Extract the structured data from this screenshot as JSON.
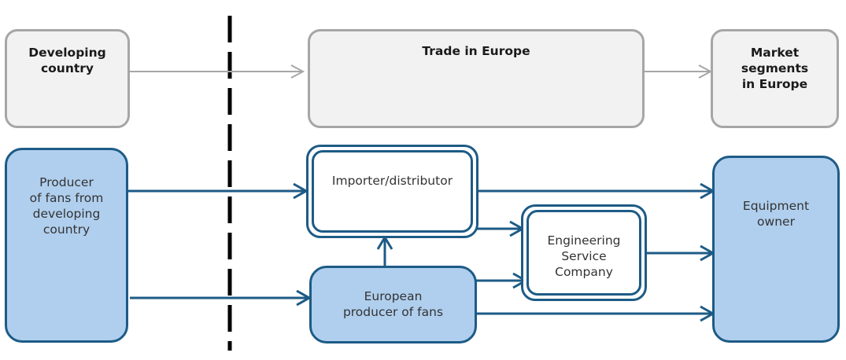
{
  "top_row": {
    "developing_country": "Developing\ncountry",
    "trade_in_europe": "Trade in Europe",
    "market_segments": "Market\nsegments\nin Europe"
  },
  "nodes": {
    "producer_developing": "Producer\nof fans from\ndeveloping\ncountry",
    "importer_distributor": "Importer/distributor",
    "european_producer": "European\nproducer of fans",
    "engineering_service": "Engineering\nService\nCompany",
    "equipment_owner": "Equipment\nowner"
  },
  "colors": {
    "gray_fill": "#f2f2f2",
    "gray_border": "#a6a6a6",
    "blue_fill": "#b0cfee",
    "blue_border": "#1d5b86",
    "divider": "#000000"
  }
}
